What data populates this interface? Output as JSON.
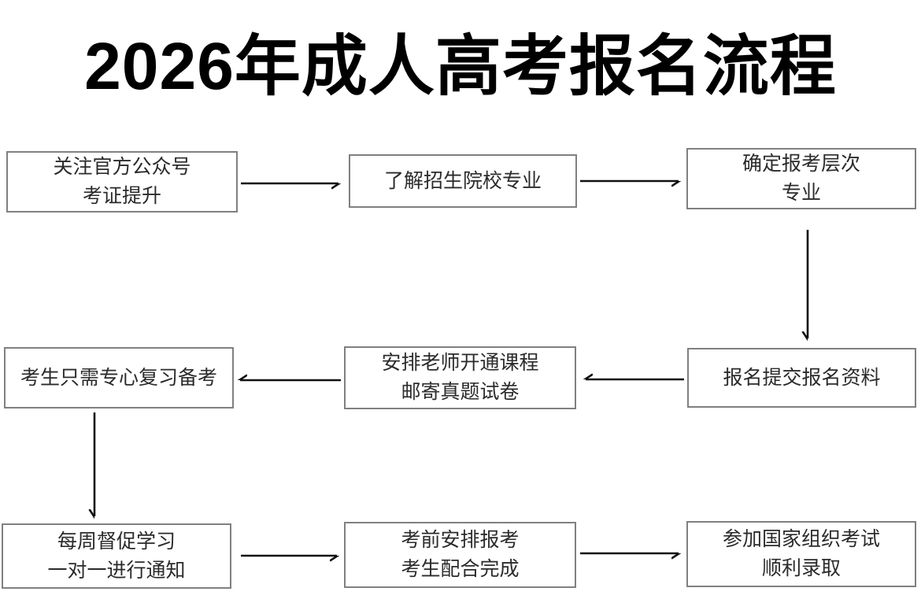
{
  "title": "2026年成人高考报名流程",
  "colors": {
    "background": "#ffffff",
    "box_border": "#808080",
    "box_text": "#2b2b2b",
    "title_text": "#000000",
    "arrow": "#111111"
  },
  "nodes": [
    {
      "id": "step-1",
      "lines": [
        "关注官方公众号",
        "考证提升"
      ]
    },
    {
      "id": "step-2",
      "lines": [
        "了解招生院校专业"
      ]
    },
    {
      "id": "step-3",
      "lines": [
        "确定报考层次",
        "专业"
      ]
    },
    {
      "id": "step-4",
      "lines": [
        "报名提交报名资料"
      ]
    },
    {
      "id": "step-5",
      "lines": [
        "安排老师开通课程",
        "邮寄真题试卷"
      ]
    },
    {
      "id": "step-6",
      "lines": [
        "考生只需专心复习备考"
      ]
    },
    {
      "id": "step-7",
      "lines": [
        "每周督促学习",
        "一对一进行通知"
      ]
    },
    {
      "id": "step-8",
      "lines": [
        "考前安排报考",
        "考生配合完成"
      ]
    },
    {
      "id": "step-9",
      "lines": [
        "参加国家组织考试",
        "顺利录取"
      ]
    }
  ],
  "edges": [
    {
      "from": "step-1",
      "to": "step-2",
      "direction": "right"
    },
    {
      "from": "step-2",
      "to": "step-3",
      "direction": "right"
    },
    {
      "from": "step-3",
      "to": "step-4",
      "direction": "down"
    },
    {
      "from": "step-4",
      "to": "step-5",
      "direction": "left"
    },
    {
      "from": "step-5",
      "to": "step-6",
      "direction": "left"
    },
    {
      "from": "step-6",
      "to": "step-7",
      "direction": "down"
    },
    {
      "from": "step-7",
      "to": "step-8",
      "direction": "right"
    },
    {
      "from": "step-8",
      "to": "step-9",
      "direction": "right"
    }
  ]
}
